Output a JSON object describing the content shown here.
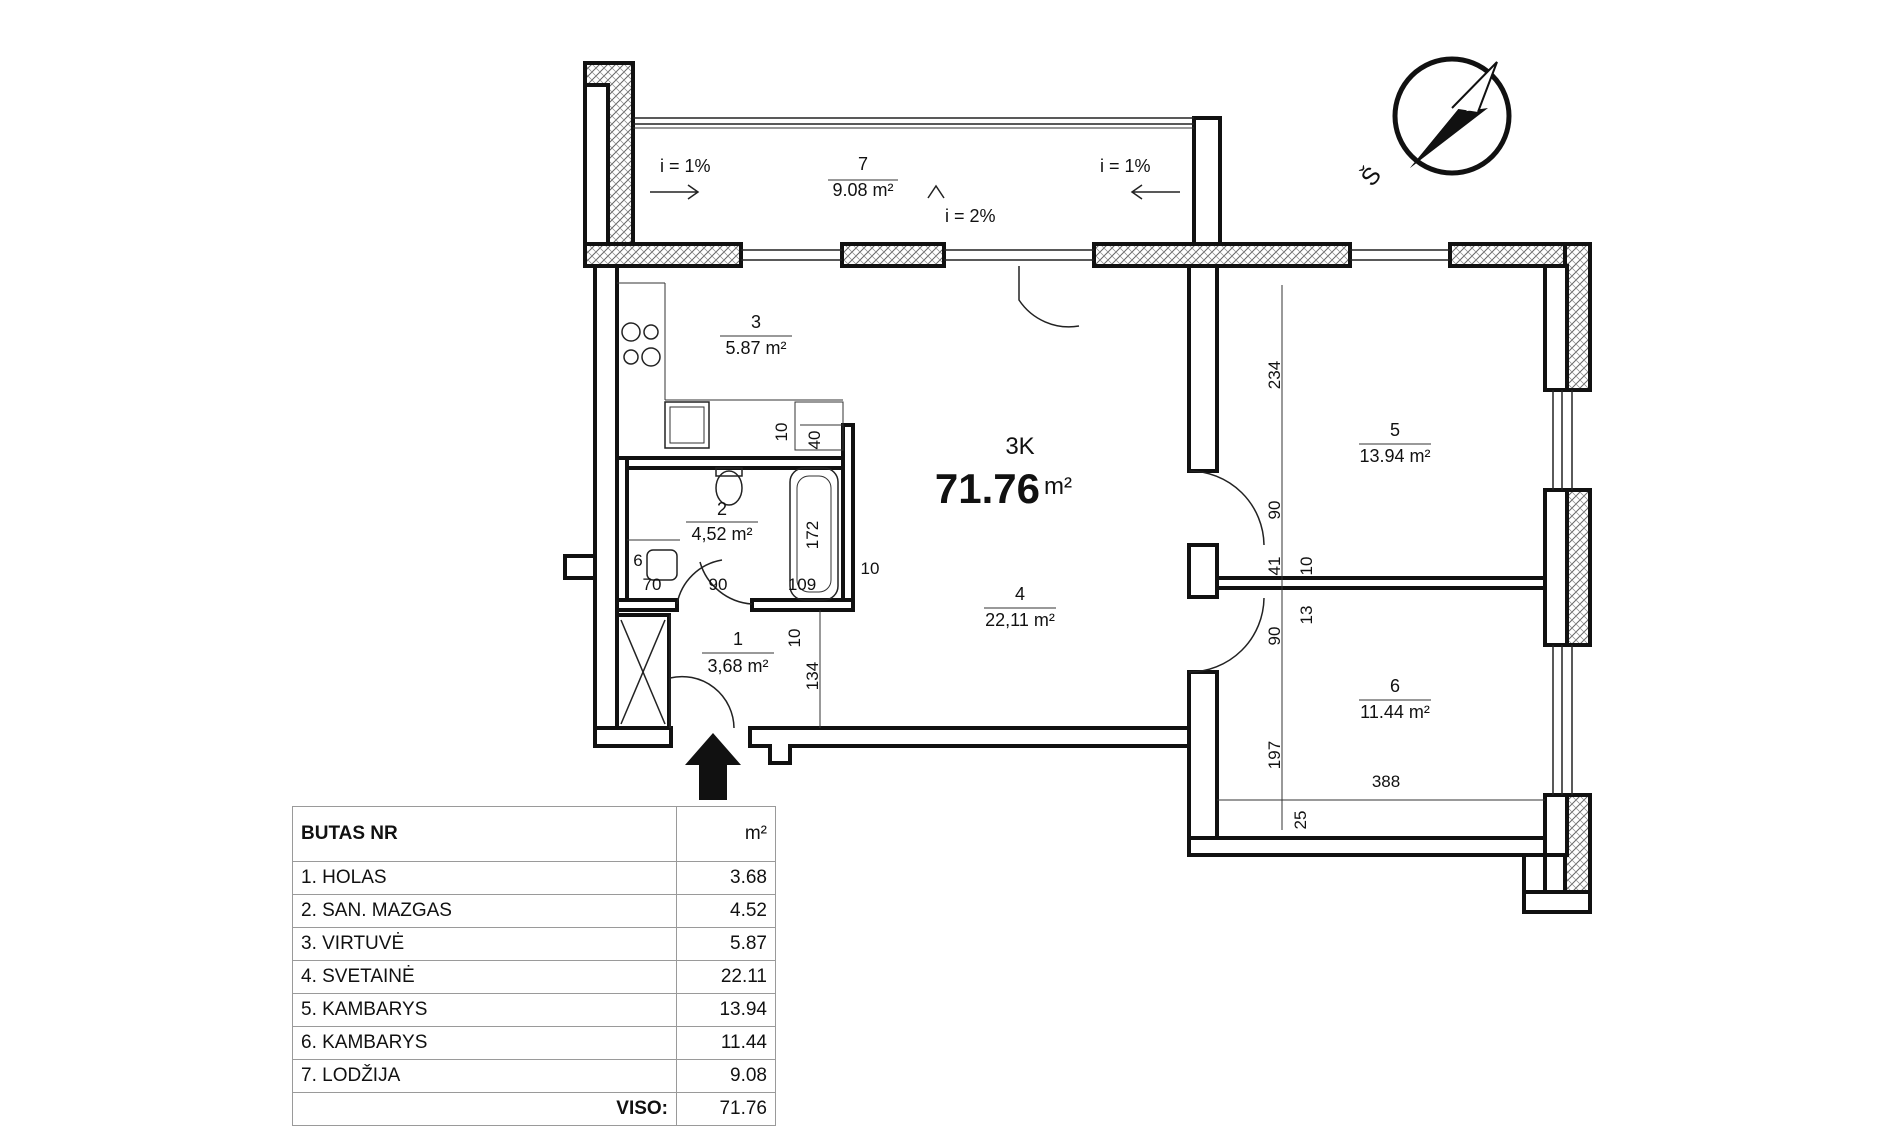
{
  "apartment": {
    "code": "3K",
    "area_value": "71.76",
    "area_unit": "m²"
  },
  "rooms": [
    {
      "number": "1",
      "area": "3,68 m²"
    },
    {
      "number": "2",
      "area": "4,52 m²"
    },
    {
      "number": "3",
      "area": "5.87 m²"
    },
    {
      "number": "4",
      "area": "22,11 m²"
    },
    {
      "number": "5",
      "area": "13.94 m²"
    },
    {
      "number": "6",
      "area": "11.44 m²"
    },
    {
      "number": "7",
      "area": "9.08 m²"
    }
  ],
  "slopes": {
    "left": "i = 1%",
    "right": "i = 1%",
    "center": "i = 2%"
  },
  "dimensions": {
    "d234": "234",
    "d90_top": "90",
    "d41": "41",
    "d10_right": "10",
    "d13": "13",
    "d90_bottom": "90",
    "d197": "197",
    "d388": "388",
    "d25": "25",
    "d10_kitchen": "10",
    "d40": "40",
    "d172": "172",
    "d10_bath": "10",
    "d109": "109",
    "d90_hall": "90",
    "d70": "70",
    "d6": "6",
    "d10_hall": "10",
    "d134": "134"
  },
  "table": {
    "header_name": "BUTAS NR",
    "header_unit": "m²",
    "rows": [
      {
        "name": "1. HOLAS",
        "value": "3.68"
      },
      {
        "name": "2. SAN. MAZGAS",
        "value": "4.52"
      },
      {
        "name": "3. VIRTUVĖ",
        "value": "5.87"
      },
      {
        "name": "4. SVETAINĖ",
        "value": "22.11"
      },
      {
        "name": "5. KAMBARYS",
        "value": "13.94"
      },
      {
        "name": "6. KAMBARYS",
        "value": "11.44"
      },
      {
        "name": "7. LODŽIJA",
        "value": "9.08"
      }
    ],
    "total_label": "VISO:",
    "total_value": "71.76"
  },
  "compass": {
    "letter": "Š",
    "icon": "north-arrow-icon"
  },
  "entrance": {
    "icon": "entrance-arrow-icon"
  }
}
